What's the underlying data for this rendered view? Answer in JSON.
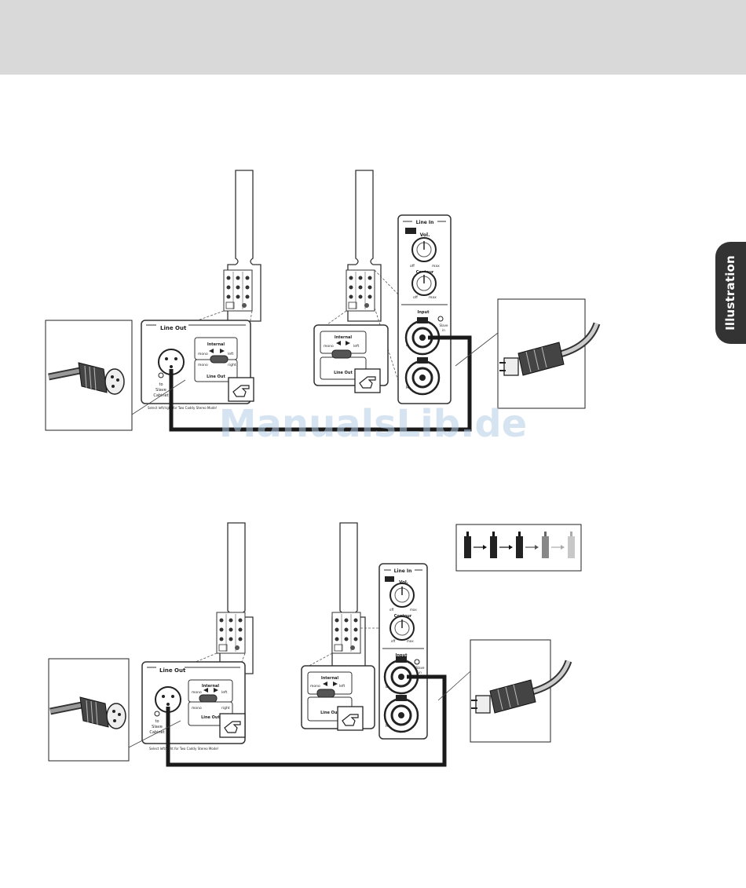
{
  "side_tab": {
    "label": "Illustration"
  },
  "watermark": {
    "text": "ManualsLib.de"
  },
  "line_out": {
    "title": "Line Out",
    "internal_label": "Internal",
    "mono": "mono",
    "left": "left",
    "right": "right",
    "line_out_label": "Line Out",
    "to_slave": "to",
    "slave": "Slave",
    "cabinet": "Cabinet",
    "caption": "Select left/right for Two Caddy Stereo Mode!"
  },
  "line_in": {
    "title": "Line In",
    "vol": "Vol.",
    "contour": "Contour",
    "input": "Input",
    "slave_in": "Slave",
    "in": "in",
    "min": "off",
    "max": "max",
    "l": "L",
    "r": "R"
  },
  "colors": {
    "header": "#d9d9d9",
    "tab": "#333333",
    "cable": "#1a1a1a"
  }
}
